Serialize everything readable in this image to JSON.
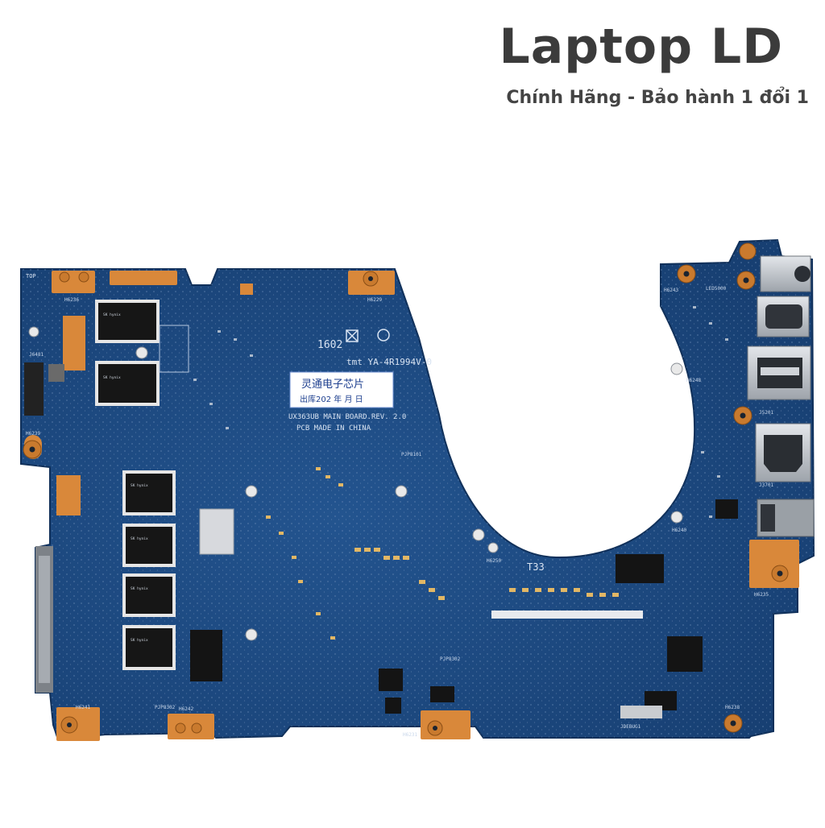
{
  "brand": {
    "name": "Laptop LD",
    "tagline": "Chính Hãng - Bảo hành 1 đổi 1"
  },
  "board": {
    "model_text": "UX363UB MAIN BOARD.REV. 2.0",
    "origin_text": "PCB MADE IN CHINA",
    "part_text": "tmt YA-4R1994V-0",
    "date_code": "1602",
    "corner_label": "TOP",
    "sticker_line1": "灵通电子芯片",
    "sticker_line2": "出库202 年 月 日",
    "board_mark": "T33",
    "hole_labels": [
      "H6236",
      "H6229",
      "H6239",
      "H6241",
      "H6242",
      "H6231",
      "H6238",
      "H6235",
      "H6243",
      "H6240",
      "H6250",
      "H6248"
    ],
    "connector_labels": [
      "J6481",
      "LED5000",
      "J5201",
      "J3701",
      "PJP8101",
      "PJP8302",
      "PJP8302",
      "JDEBUG1"
    ],
    "colors": {
      "pcb": "#1f4d86",
      "pcb_dark": "#173e6f",
      "pad_orange": "#d9883a",
      "chip": "#151515",
      "metal": "#c8ccd2"
    }
  },
  "memory_chips": [
    {
      "label": "SK hynix"
    },
    {
      "label": "SK hynix"
    },
    {
      "label": "SK hynix"
    },
    {
      "label": "SK hynix"
    },
    {
      "label": "SK hynix"
    },
    {
      "label": "SK hynix"
    }
  ]
}
